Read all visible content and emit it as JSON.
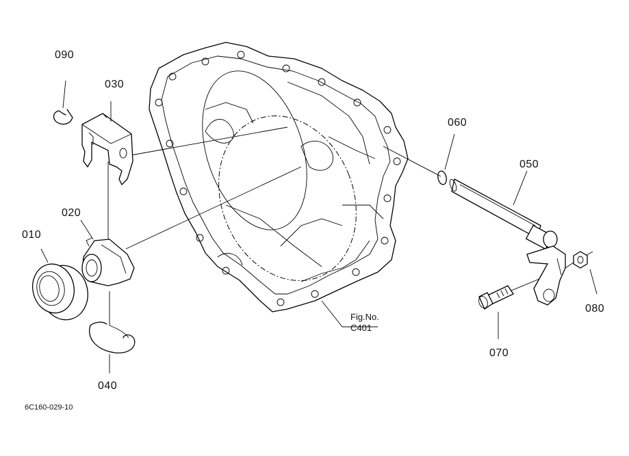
{
  "parts": [
    {
      "code": "090",
      "role": "snap ring"
    },
    {
      "code": "030",
      "role": "release bearing holder clip"
    },
    {
      "code": "020",
      "role": "release hub"
    },
    {
      "code": "010",
      "role": "release bearing"
    },
    {
      "code": "040",
      "role": "spring clip"
    },
    {
      "code": "060",
      "role": "o-ring"
    },
    {
      "code": "050",
      "role": "release shaft"
    },
    {
      "code": "070",
      "role": "bolt"
    },
    {
      "code": "080",
      "role": "nut"
    }
  ],
  "labels": {
    "p090": "090",
    "p030": "030",
    "p020": "020",
    "p010": "010",
    "p040": "040",
    "p060": "060",
    "p050": "050",
    "p070": "070",
    "p080": "080"
  },
  "figure": {
    "line1": "Fig.No.",
    "line2": "C401"
  },
  "drawing_code": "6C160-029-10"
}
